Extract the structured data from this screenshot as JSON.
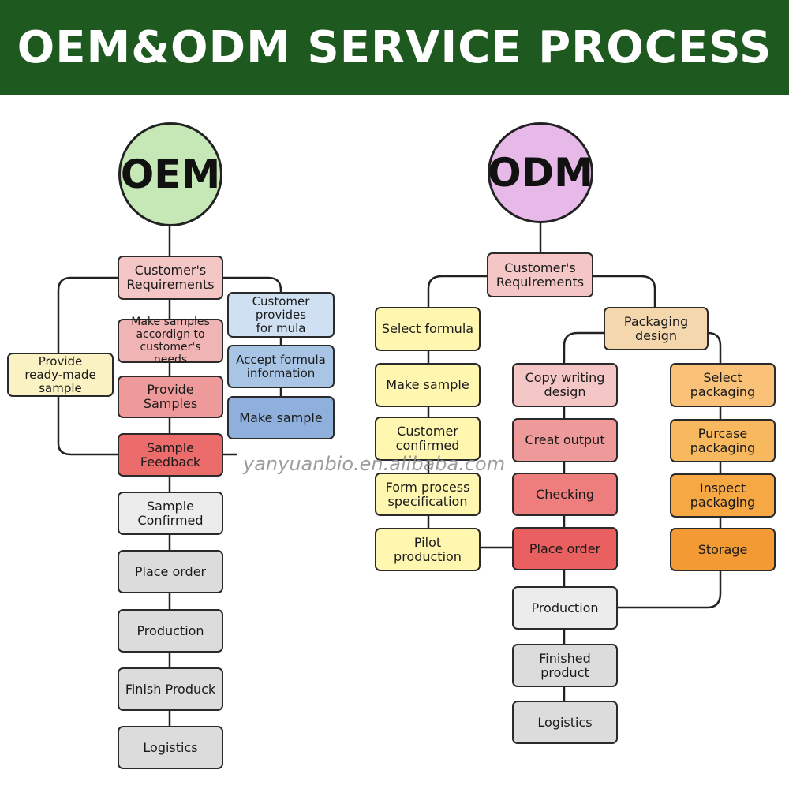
{
  "header": {
    "title": "OEM&ODM SERVICE PROCESS",
    "background": "#1e5a20"
  },
  "oem": {
    "circle_label": "OEM",
    "circle_color": "#c6e8b6",
    "customer_requirements": "Customer's\nRequirements",
    "provide_ready_made": "Provide\nready-made\nsample",
    "make_samples": "Make samples\naccordign to\ncustomer's needs",
    "provide_samples": "Provide\nSamples",
    "customer_provides_formula": "Customer provides\nfor mula",
    "accept_formula": "Accept formula\ninformation",
    "make_sample": "Make sample",
    "sample_feedback": "Sample\nFeedback",
    "sample_confirmed": "Sample\nConfirmed",
    "place_order": "Place order",
    "production": "Production",
    "finish_product": "Finish Produck",
    "logistics": "Logistics"
  },
  "odm": {
    "circle_label": "ODM",
    "circle_color": "#e6b9e8",
    "customer_requirements": "Customer's\nRequirements",
    "select_formula": "Select formula",
    "make_sample": "Make sample",
    "customer_confirmed": "Customer\nconfirmed",
    "form_process": "Form process\nspecification",
    "pilot_production": "Pilot production",
    "packaging_design": "Packaging\ndesign",
    "copy_writing": "Copy writing\ndesign",
    "creat_output": "Creat output",
    "checking": "Checking",
    "place_order": "Place order",
    "select_packaging": "Select\npackaging",
    "purcase_packaging": "Purcase\npackaging",
    "inspect_packaging": "Inspect\npackaging",
    "storage": "Storage",
    "production": "Production",
    "finished_product": "Finished\nproduct",
    "logistics": "Logistics"
  },
  "watermark": "yanyuanbio.en.alibaba.com"
}
